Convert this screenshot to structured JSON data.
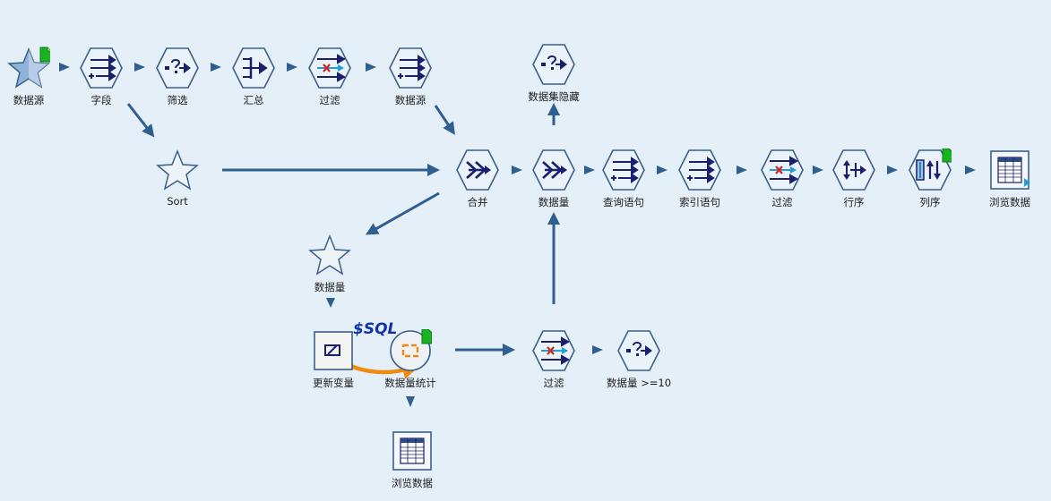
{
  "colors": {
    "background": "#e4eff7",
    "connector": "#2f5f8e",
    "node_fill": "#eaf2fa",
    "node_stroke": "#3a5f8a",
    "node_glyph": "#1a1f6e",
    "cache_badge": "#17b321",
    "filter_cross": "#d82020",
    "filter_arrow": "#1ea0d8",
    "sql_link": "#f08a10",
    "sql_text": "#1232a8"
  },
  "sql_variable": "$SQL",
  "nodes": [
    {
      "id": "src1",
      "label": "数据源",
      "icon": "star-source-icon"
    },
    {
      "id": "field",
      "label": "字段",
      "icon": "field-ops-icon"
    },
    {
      "id": "select1",
      "label": "筛选",
      "icon": "select-icon"
    },
    {
      "id": "agg",
      "label": "汇总",
      "icon": "aggregate-icon"
    },
    {
      "id": "filter1",
      "label": "过滤",
      "icon": "filter-icon"
    },
    {
      "id": "src2",
      "label": "数据源",
      "icon": "field-ops-icon"
    },
    {
      "id": "hide",
      "label": "数据集隐藏",
      "icon": "select-icon"
    },
    {
      "id": "sort",
      "label": "Sort",
      "icon": "star-icon"
    },
    {
      "id": "merge",
      "label": "合并",
      "icon": "merge-icon"
    },
    {
      "id": "count",
      "label": "数据量",
      "icon": "merge-icon"
    },
    {
      "id": "query",
      "label": "查询语句",
      "icon": "field-ops-icon"
    },
    {
      "id": "index",
      "label": "索引语句",
      "icon": "field-ops-icon"
    },
    {
      "id": "filter2",
      "label": "过滤",
      "icon": "filter-icon"
    },
    {
      "id": "roworder",
      "label": "行序",
      "icon": "row-order-icon"
    },
    {
      "id": "colorder",
      "label": "列序",
      "icon": "column-order-icon"
    },
    {
      "id": "browse1",
      "label": "浏览数据",
      "icon": "table-browse-icon"
    },
    {
      "id": "count2",
      "label": "数据量",
      "icon": "star-icon"
    },
    {
      "id": "update",
      "label": "更新变量",
      "icon": "update-variable-icon"
    },
    {
      "id": "stats",
      "label": "数据量统计",
      "icon": "stats-circle-icon"
    },
    {
      "id": "filter3",
      "label": "过滤",
      "icon": "filter-icon"
    },
    {
      "id": "countcheck",
      "label": "数据量 >=10",
      "icon": "select-icon"
    },
    {
      "id": "browse2",
      "label": "浏览数据",
      "icon": "table-browse-icon"
    }
  ]
}
